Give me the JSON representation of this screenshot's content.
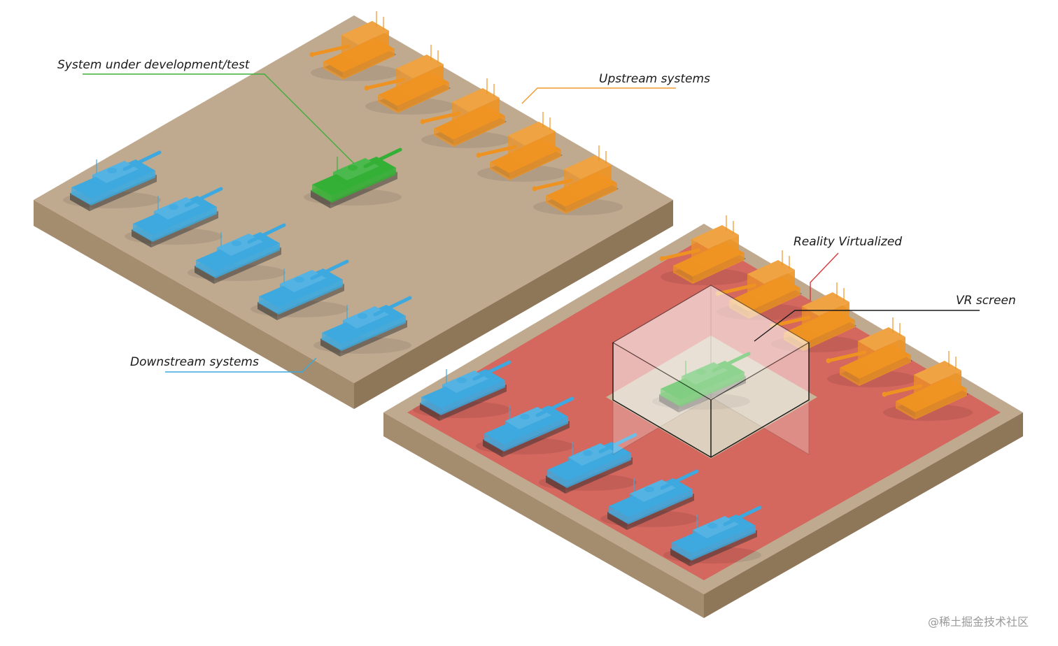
{
  "labels": {
    "system_under_test": "System under development/test",
    "upstream": "Upstream systems",
    "downstream": "Downstream systems",
    "reality_virtualized": "Reality Virtualized",
    "vr_screen": "VR screen"
  },
  "watermark": "@稀土掘金技术社区",
  "colors": {
    "ground_top": "#bfaa90",
    "ground_left": "#a48c6e",
    "ground_right": "#8e7659",
    "red_field": "#d4675e",
    "downstream_tank": "#3da9df",
    "upstream_tank": "#ee9322",
    "test_tank": "#33b035",
    "line_green": "#3fae3a",
    "line_orange": "#ee9a2e",
    "line_blue": "#3aa9dc",
    "line_red": "#d8363a",
    "line_black": "#1a1a1a"
  },
  "icons": {
    "tank": "battle-tank-icon",
    "artillery": "self-propelled-artillery-icon"
  }
}
